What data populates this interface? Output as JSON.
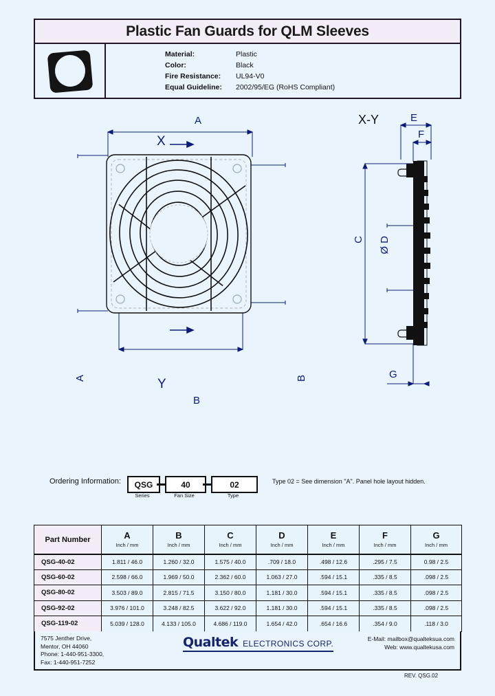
{
  "header": {
    "title": "Plastic Fan Guards for QLM Sleeves",
    "thumbnail_icon": "fan-guard-photo",
    "specs": [
      {
        "label": "Material:",
        "value": "Plastic"
      },
      {
        "label": "Color:",
        "value": "Black"
      },
      {
        "label": "Fire Resistance:",
        "value": "UL94-V0"
      },
      {
        "label": "Equal Guideline:",
        "value": "2002/95/EG (RoHS Compliant)"
      }
    ]
  },
  "drawing": {
    "front_view": {
      "top_dim": "A",
      "left_dim": "A",
      "right_dim": "B",
      "bottom_dim": "B",
      "section_top": "X",
      "section_bottom": "Y"
    },
    "section_view": {
      "label": "X-Y",
      "dims": [
        "E",
        "F",
        "C",
        "Ø D",
        "G"
      ]
    }
  },
  "ordering": {
    "label": "Ordering Information:",
    "parts": [
      {
        "value": "QSG",
        "caption": "Series"
      },
      {
        "value": "40",
        "caption": "Fan Size"
      },
      {
        "value": "02",
        "caption": "Type"
      }
    ],
    "note": "Type 02 = See dimension \"A\".  Panel hole layout hidden."
  },
  "table": {
    "columns": [
      {
        "main": "Part Number",
        "sub": ""
      },
      {
        "main": "A",
        "sub": "Inch / mm"
      },
      {
        "main": "B",
        "sub": "Inch / mm"
      },
      {
        "main": "C",
        "sub": "Inch / mm"
      },
      {
        "main": "D",
        "sub": "Inch / mm"
      },
      {
        "main": "E",
        "sub": "Inch / mm"
      },
      {
        "main": "F",
        "sub": "Inch / mm"
      },
      {
        "main": "G",
        "sub": "Inch / mm"
      }
    ],
    "rows": [
      [
        "QSG-40-02",
        "1.811 / 46.0",
        "1.260 / 32.0",
        "1.575 / 40.0",
        ".709 / 18.0",
        ".498 / 12.6",
        ".295 / 7.5",
        "0.98 / 2.5"
      ],
      [
        "QSG-60-02",
        "2.598 / 66.0",
        "1.969 / 50.0",
        "2.362 / 60.0",
        "1.063 / 27.0",
        ".594 / 15.1",
        ".335 / 8.5",
        ".098 / 2.5"
      ],
      [
        "QSG-80-02",
        "3.503 / 89.0",
        "2.815 / 71.5",
        "3.150 / 80.0",
        "1.181 / 30.0",
        ".594 / 15.1",
        ".335 / 8.5",
        ".098 / 2.5"
      ],
      [
        "QSG-92-02",
        "3.976 / 101.0",
        "3.248 / 82.5",
        "3.622 / 92.0",
        "1.181 / 30.0",
        ".594 / 15.1",
        ".335 / 8.5",
        ".098 / 2.5"
      ],
      [
        "QSG-119-02",
        "5.039 / 128.0",
        "4.133 / 105.0",
        "4.686 / 119.0",
        "1.654 / 42.0",
        ".654 / 16.6",
        ".354 / 9.0",
        ".118 / 3.0"
      ]
    ]
  },
  "footer": {
    "address": "7575 Jenther Drive,\nMentor,  OH 44060\nPhone:  1-440-951-3300,\nFax:   1-440-951-7252",
    "logo_brand": "Qualtek",
    "logo_suffix": "ELECTRONICS CORP.",
    "email_label": "E-Mail:",
    "email": "mailbox@qualteksua.com",
    "web_label": "Web:",
    "web": "www.qualtekusa.com",
    "revision": "REV. QSG.02"
  },
  "colors": {
    "page_background": "#eaf4fc",
    "title_fill": "#f4ecf6",
    "dimension_blue": "#0b1b7a",
    "logo_navy": "#16246e",
    "table_fill": "#e8f4fb"
  }
}
